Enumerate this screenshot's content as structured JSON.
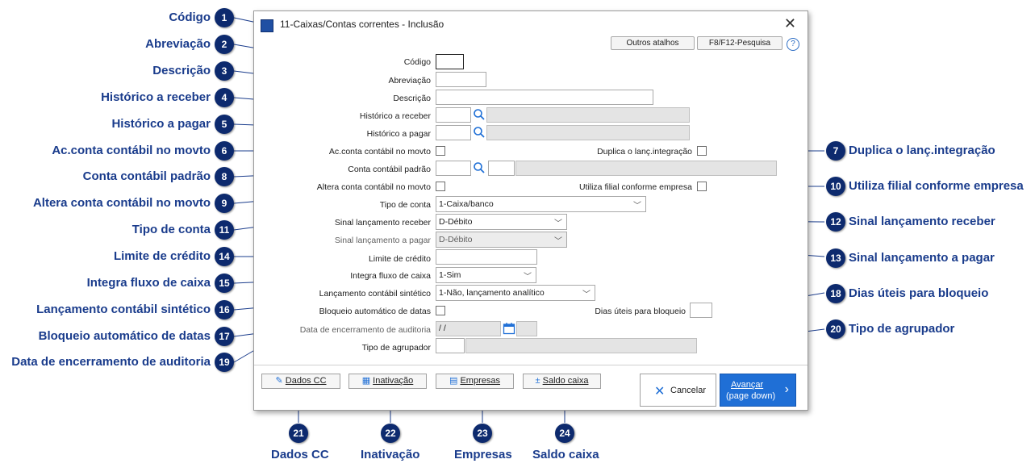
{
  "dialog": {
    "title": "11-Caixas/Contas correntes - Inclusão",
    "toolbar": {
      "shortcuts": "Outros atalhos",
      "search": "F8/F12-Pesquisa",
      "help": "?"
    },
    "fields": {
      "codigo": "Código",
      "abreviacao": "Abreviação",
      "descricao": "Descrição",
      "hist_receber": "Histórico a receber",
      "hist_pagar": "Histórico a pagar",
      "ac_conta": "Ac.conta contábil no movto",
      "duplica": "Duplica o lanç.integração",
      "conta_padrao": "Conta contábil padrão",
      "altera_conta": "Altera conta contábil no movto",
      "utiliza_filial": "Utiliza filial conforme empresa",
      "tipo_conta": "Tipo de conta",
      "tipo_conta_value": "1-Caixa/banco",
      "sinal_receber": "Sinal lançamento receber",
      "sinal_receber_value": "D-Débito",
      "sinal_pagar": "Sinal lançamento a pagar",
      "sinal_pagar_value": "D-Débito",
      "limite": "Limite de crédito",
      "integra": "Integra fluxo de caixa",
      "integra_value": "1-Sim",
      "lanc_sintetico": "Lançamento contábil sintético",
      "lanc_sintetico_value": "1-Não, lançamento analítico",
      "bloqueio": "Bloqueio automático de datas",
      "dias_uteis": "Dias úteis para bloqueio",
      "data_encerramento": "Data de encerramento de auditoria",
      "data_value": " / /",
      "tipo_agrupador": "Tipo de agrupador"
    },
    "footer": {
      "dados_cc": "Dados CC",
      "inativacao": "Inativação",
      "empresas": "Empresas",
      "saldo_caixa": "Saldo caixa",
      "cancelar": "Cancelar",
      "avancar": "Avançar",
      "avancar_sub": "(page down)"
    }
  },
  "callouts": {
    "c1": {
      "num": "1",
      "label": "Código"
    },
    "c2": {
      "num": "2",
      "label": "Abreviação"
    },
    "c3": {
      "num": "3",
      "label": "Descrição"
    },
    "c4": {
      "num": "4",
      "label": "Histórico a receber"
    },
    "c5": {
      "num": "5",
      "label": "Histórico a pagar"
    },
    "c6": {
      "num": "6",
      "label": "Ac.conta contábil no movto"
    },
    "c7": {
      "num": "7",
      "label": "Duplica o lanç.integração"
    },
    "c8": {
      "num": "8",
      "label": "Conta contábil padrão"
    },
    "c9": {
      "num": "9",
      "label": "Altera conta contábil no movto"
    },
    "c10": {
      "num": "10",
      "label": "Utiliza filial conforme empresa"
    },
    "c11": {
      "num": "11",
      "label": "Tipo de conta"
    },
    "c12": {
      "num": "12",
      "label": "Sinal lançamento receber"
    },
    "c13": {
      "num": "13",
      "label": "Sinal lançamento a pagar"
    },
    "c14": {
      "num": "14",
      "label": "Limite de crédito"
    },
    "c15": {
      "num": "15",
      "label": "Integra fluxo de caixa"
    },
    "c16": {
      "num": "16",
      "label": "Lançamento contábil sintético"
    },
    "c17": {
      "num": "17",
      "label": "Bloqueio automático de datas"
    },
    "c18": {
      "num": "18",
      "label": "Dias úteis para bloqueio"
    },
    "c19": {
      "num": "19",
      "label": "Data de encerramento de auditoria"
    },
    "c20": {
      "num": "20",
      "label": "Tipo de agrupador"
    },
    "c21": {
      "num": "21",
      "label": "Dados CC"
    },
    "c22": {
      "num": "22",
      "label": "Inativação"
    },
    "c23": {
      "num": "23",
      "label": "Empresas"
    },
    "c24": {
      "num": "24",
      "label": "Saldo caixa"
    }
  },
  "colors": {
    "accent": "#1f6fd6",
    "callout_text": "#1a3c8c",
    "badge": "#0d2a6e"
  }
}
